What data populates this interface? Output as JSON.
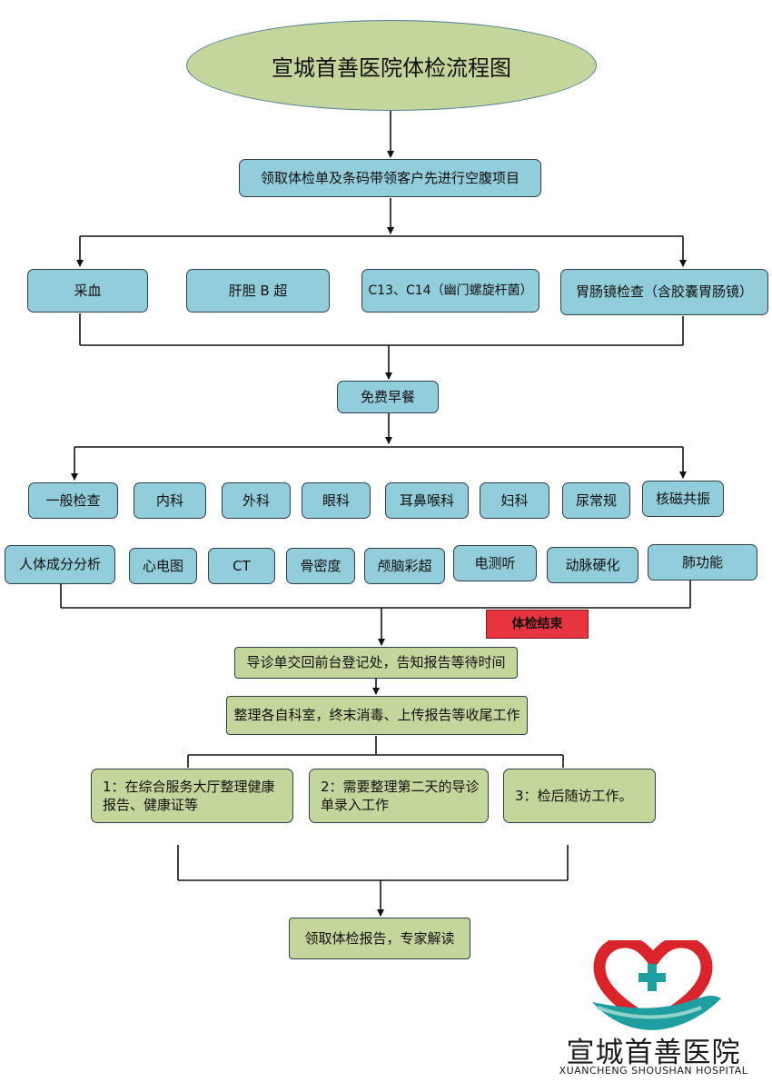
{
  "title": "宣城首善医院体检流程图",
  "steps": {
    "reception": "领取体检单及条码带领客户先进行空腹项目",
    "fasting": [
      "采血",
      "肝胆 B 超",
      "C13、C14（幽门螺旋杆菌）",
      "胃肠镜检查（含胶囊胃肠镜）"
    ],
    "breakfast": "免费早餐",
    "exams_row1": [
      "一般检查",
      "内科",
      "外科",
      "眼科",
      "耳鼻喉科",
      "妇科",
      "尿常规",
      "核磁共振"
    ],
    "exams_row2": [
      "人体成分分析",
      "心电图",
      "CT",
      "骨密度",
      "颅脑彩超",
      "电测听",
      "动脉硬化",
      "肺功能"
    ],
    "end_label": "体检结束",
    "return_form": "导诊单交回前台登记处，告知报告等待时间",
    "tidy_up": "整理各自科室，终末消毒、上传报告等收尾工作",
    "followups": [
      "1：在综合服务大厅整理健康报告、健康证等",
      "2：需要整理第二天的导诊单录入工作",
      "3：检后随访工作。"
    ],
    "collect_report": "领取体检报告，专家解读"
  },
  "logo": {
    "name": "宣城首善医院",
    "english": "XUANCHENG SHOUSHAN HOSPITAL",
    "icon": "heart-cross-hand-logo"
  },
  "colors": {
    "blue_box": "#92cddc",
    "green_box": "#c3d69b",
    "end_box": "#e8343f",
    "logo_red": "#d9242b",
    "logo_teal": "#1f9ea0"
  }
}
